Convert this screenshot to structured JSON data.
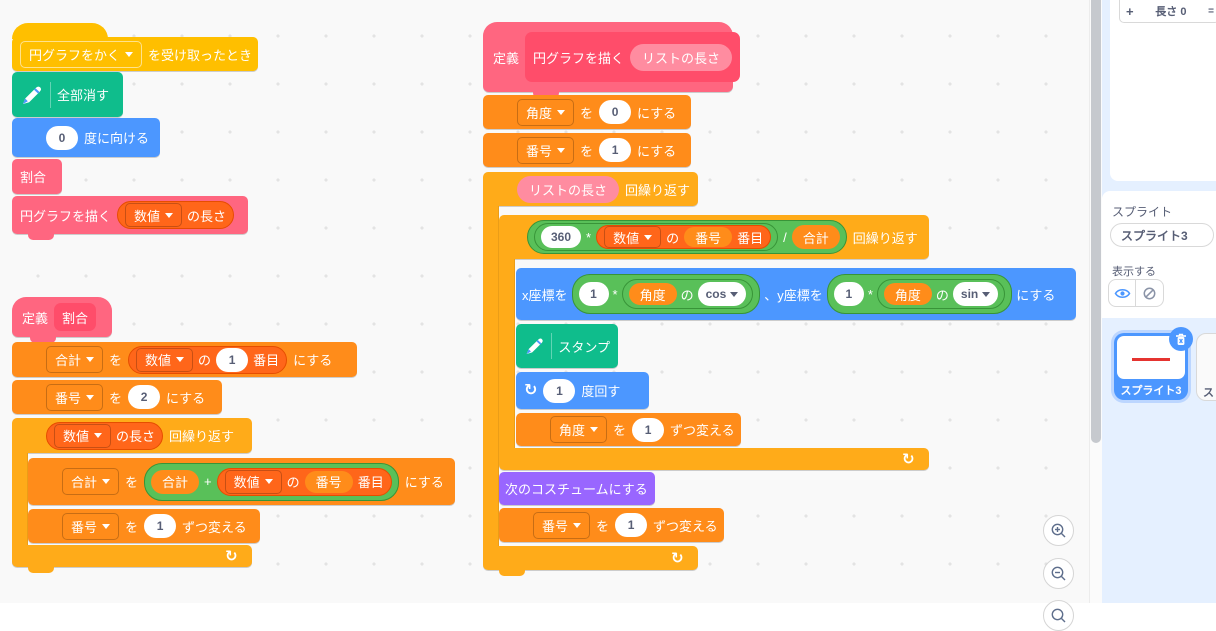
{
  "icons": {
    "loop": "↺",
    "turn_cw": "↻"
  },
  "s1": {
    "ev_dd": "円グラフをかく",
    "ev_label": "を受け取ったとき",
    "erase": "全部消す",
    "point_val": "0",
    "point_label": "度に向ける",
    "ratio": "割合",
    "pie_label": "円グラフを描く",
    "pie_dd": "数値",
    "pie_suffix": "の長さ"
  },
  "s2": {
    "define": "定義",
    "proto": "割合",
    "r1": {
      "dd": "合計",
      "wo": "を",
      "list_dd": "数値",
      "no": "の",
      "idx": "1",
      "banme": "番目",
      "suffix": "にする"
    },
    "r2": {
      "dd": "番号",
      "wo": "を",
      "val": "2",
      "suffix": "にする"
    },
    "rep": {
      "list_dd": "数値",
      "len": "の長さ",
      "suffix": "回繰り返す"
    },
    "r3": {
      "dd": "合計",
      "wo": "を",
      "a": "合計",
      "op": "+",
      "list_dd": "数値",
      "no": "の",
      "idx_var": "番号",
      "banme": "番目",
      "suffix": "にする"
    },
    "r4": {
      "dd": "番号",
      "wo": "を",
      "val": "1",
      "suffix": "ずつ変える"
    }
  },
  "s3": {
    "define": "定義",
    "proto": "円グラフを描く",
    "param": "リストの長さ",
    "r1": {
      "dd": "角度",
      "wo": "を",
      "val": "0",
      "suffix": "にする"
    },
    "r2": {
      "dd": "番号",
      "wo": "を",
      "val": "1",
      "suffix": "にする"
    },
    "rep1": {
      "param": "リストの長さ",
      "suffix": "回繰り返す"
    },
    "rep2": {
      "val": "360",
      "mul": "*",
      "list_dd": "数値",
      "no": "の",
      "idx_var": "番号",
      "banme": "番目",
      "div": "/",
      "total": "合計",
      "suffix": "回繰り返す"
    },
    "xy": {
      "x_label": "x座標を",
      "x_val": "1",
      "mul": "*",
      "x_var": "角度",
      "no": "の",
      "cos": "cos",
      "y_label": "、y座標を",
      "y_val": "1",
      "y_mul": "*",
      "y_var": "角度",
      "y_no": "の",
      "sin": "sin",
      "suffix": "にする"
    },
    "stamp": "スタンプ",
    "turn": {
      "val": "1",
      "suffix": "度回す"
    },
    "r3": {
      "dd": "角度",
      "wo": "を",
      "val": "1",
      "suffix": "ずつ変える"
    },
    "costume": "次のコスチュームにする",
    "r4": {
      "dd": "番号",
      "wo": "を",
      "val": "1",
      "suffix": "ずつ変える"
    }
  },
  "stage": {
    "monitor_plus": "+",
    "monitor_length": "長さ 0",
    "monitor_resize": "="
  },
  "sprite_panel": {
    "title": "スプライト",
    "name": "スプライト3",
    "show_label": "表示する"
  },
  "sprite_list": {
    "card1": "スプライト3",
    "card2": "ス"
  }
}
